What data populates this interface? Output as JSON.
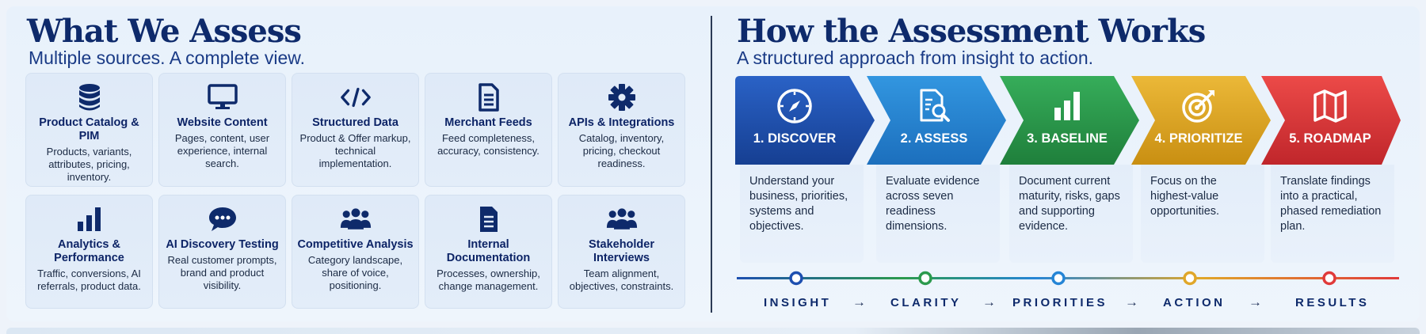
{
  "left": {
    "title": "What We Assess",
    "subtitle": "Multiple sources. A complete view.",
    "cards": [
      {
        "icon": "database-icon",
        "title": "Product Catalog & PIM",
        "desc": "Products, variants, attributes, pricing, inventory."
      },
      {
        "icon": "monitor-icon",
        "title": "Website Content",
        "desc": "Pages, content, user experience, internal search."
      },
      {
        "icon": "code-icon",
        "title": "Structured Data",
        "desc": "Product & Offer markup, technical implementation."
      },
      {
        "icon": "document-icon",
        "title": "Merchant Feeds",
        "desc": "Feed completeness, accuracy, consistency."
      },
      {
        "icon": "gear-icon",
        "title": "APIs & Integrations",
        "desc": "Catalog, inventory, pricing, checkout readiness."
      },
      {
        "icon": "bar-chart-icon",
        "title": "Analytics & Performance",
        "desc": "Traffic, conversions, AI referrals, product data."
      },
      {
        "icon": "chat-bubble-icon",
        "title": "AI Discovery Testing",
        "desc": "Real customer prompts, brand and product visibility."
      },
      {
        "icon": "people-icon",
        "title": "Competitive Analysis",
        "desc": "Category landscape, share of voice, positioning."
      },
      {
        "icon": "document-icon",
        "title": "Internal Documentation",
        "desc": "Processes, ownership, change management."
      },
      {
        "icon": "people-icon",
        "title": "Stakeholder Interviews",
        "desc": "Team alignment, objectives, constraints."
      }
    ]
  },
  "right": {
    "title": "How the Assessment Works",
    "subtitle": "A structured approach from insight to action.",
    "steps": [
      {
        "icon": "compass-icon",
        "label": "1. DISCOVER",
        "desc": "Understand your business, priorities, systems and objectives.",
        "color": "#1d4fb0",
        "color2": "#163f92"
      },
      {
        "icon": "document-search-icon",
        "label": "2. ASSESS",
        "desc": "Evaluate evidence across seven readiness dimensions.",
        "color": "#2585d6",
        "color2": "#1c6fbd"
      },
      {
        "icon": "bar-chart-icon",
        "label": "3. BASELINE",
        "desc": "Document current maturity, risks, gaps and supporting evidence.",
        "color": "#2b9a4d",
        "color2": "#1f7f3b"
      },
      {
        "icon": "target-icon",
        "label": "4. PRIORITIZE",
        "desc": "Focus on the highest-value opportunities.",
        "color": "#e0a72a",
        "color2": "#c98f12"
      },
      {
        "icon": "map-icon",
        "label": "5. ROADMAP",
        "desc": "Translate findings into a practical, phased remediation plan.",
        "color": "#e03a3a",
        "color2": "#c0262b"
      }
    ],
    "timeline": {
      "words": [
        "INSIGHT",
        "CLARITY",
        "PRIORITIES",
        "ACTION",
        "RESULTS"
      ],
      "arrow": "→",
      "dot_colors": [
        "#1d4fb0",
        "#2b9a4d",
        "#2585d6",
        "#e0a72a",
        "#e03a3a"
      ]
    }
  }
}
